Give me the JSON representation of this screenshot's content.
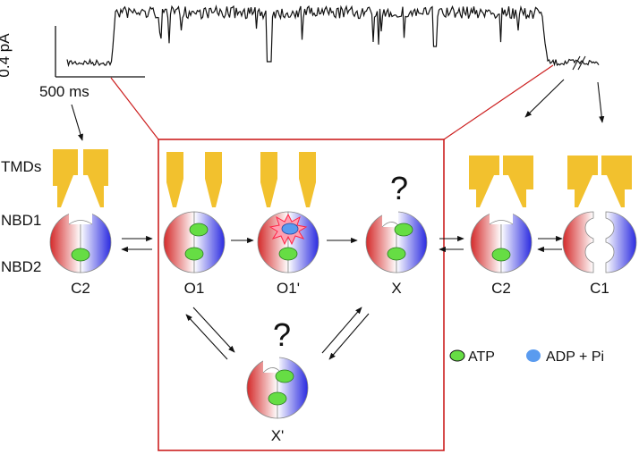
{
  "scale_bar": {
    "current_label": "0.4 pA",
    "time_label": "500 ms"
  },
  "domain_labels": {
    "tmds": "TMDs",
    "nbd1": "NBD1",
    "nbd2": "NBD2"
  },
  "states": {
    "c2_left": "C2",
    "o1": "O1",
    "o1_prime": "O1'",
    "x": "X",
    "c2_right": "C2",
    "c1": "C1",
    "x_prime": "X'"
  },
  "question_marks": {
    "x": "?",
    "x_prime": "?"
  },
  "legend": {
    "atp": "ATP",
    "adp_pi": "ADP + Pi"
  },
  "colors": {
    "tmd": "#f2c12e",
    "nbd_red": "#d42a2a",
    "nbd_blue": "#2a2ae0",
    "atp": "#66dd44",
    "box": "#cc1f1f",
    "hydrolysis_burst": "#ff3344",
    "pi": "#5a9bef"
  }
}
